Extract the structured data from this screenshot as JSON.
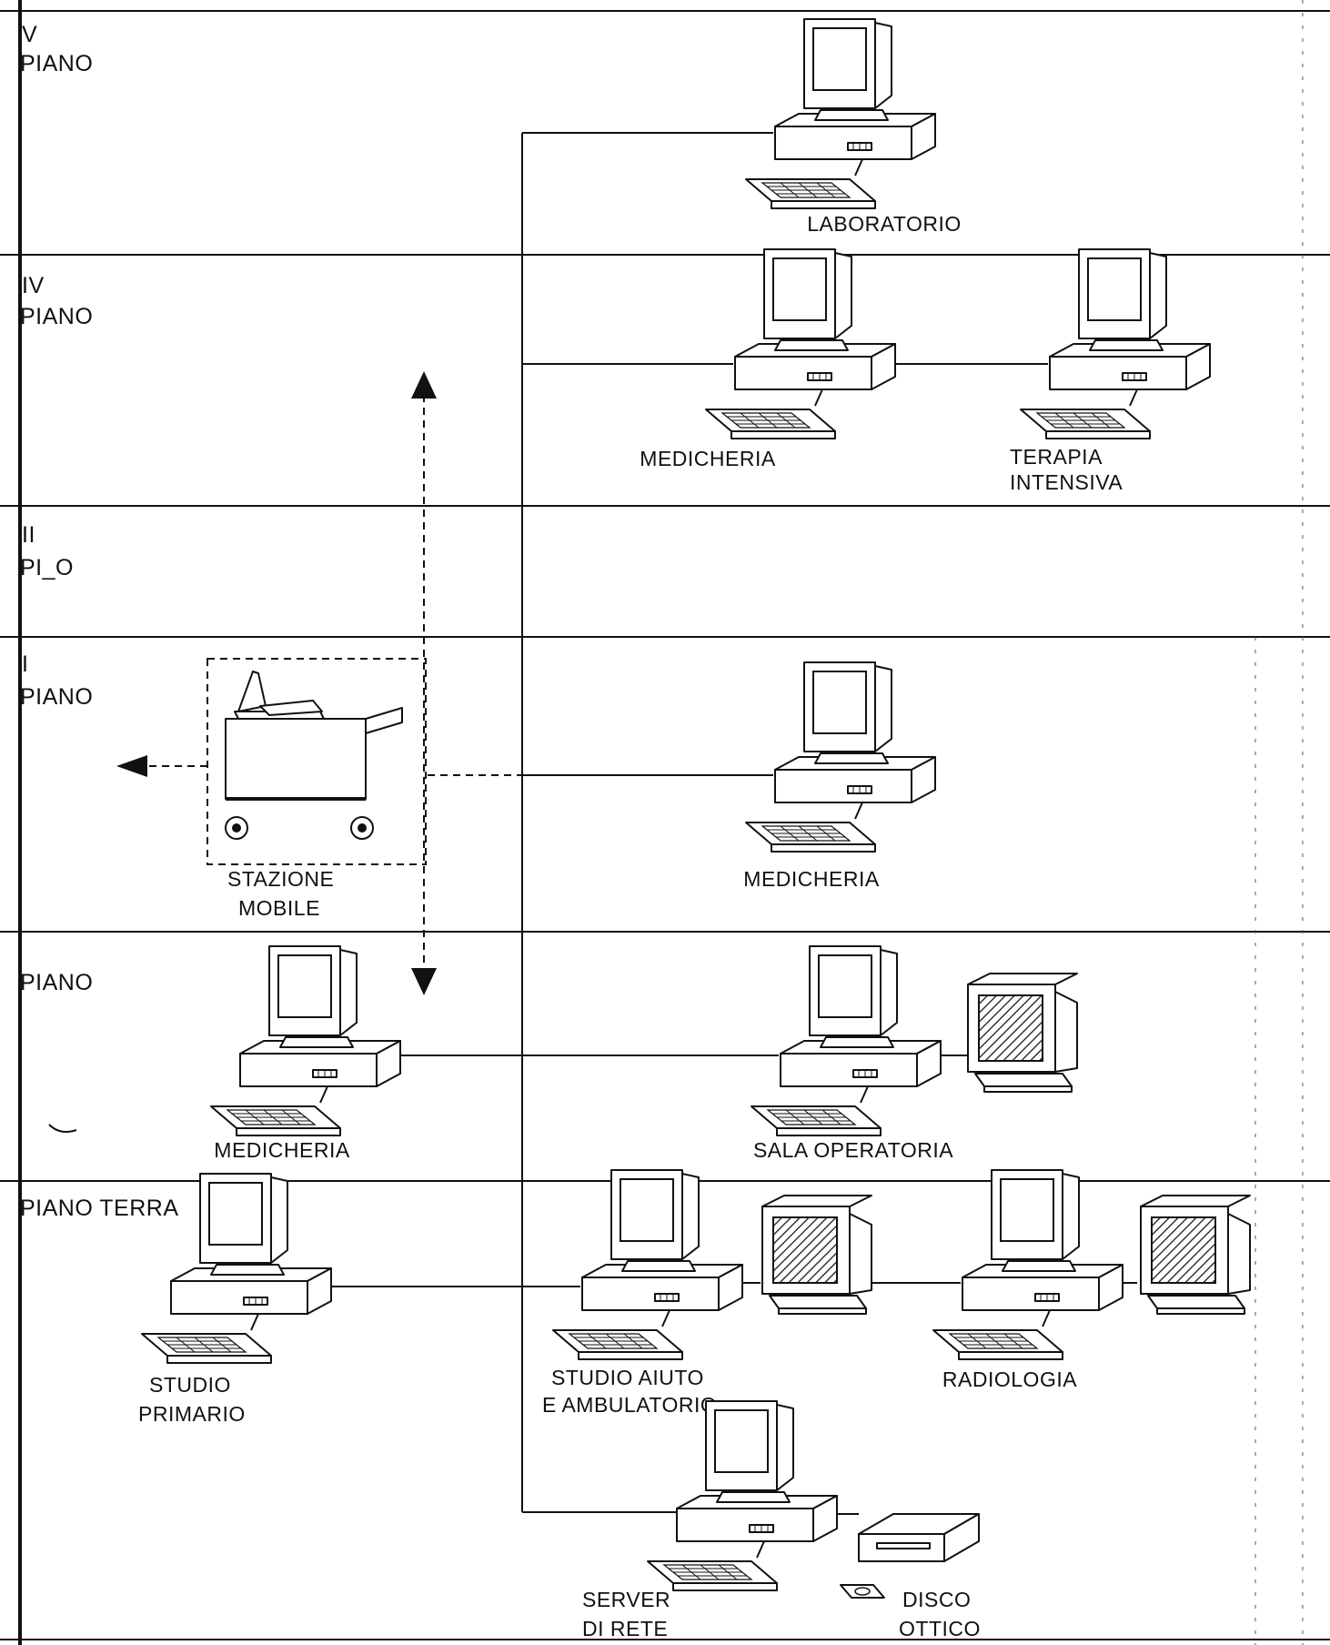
{
  "floors": [
    {
      "numeral": "V",
      "word": "PIANO"
    },
    {
      "numeral": "IV",
      "word": "PIANO"
    },
    {
      "numeral": "II",
      "word": "PI_O"
    },
    {
      "numeral": "I",
      "word": "PIANO"
    },
    {
      "numeral": "",
      "word": "PIANO"
    },
    {
      "numeral": "",
      "word": "PIANO TERRA"
    }
  ],
  "stations": {
    "laboratorio": "LABORATORIO",
    "medicheria_iv": "MEDICHERIA",
    "terapia_1": "TERAPIA",
    "terapia_2": "INTENSIVA",
    "medicheria_i": "MEDICHERIA",
    "stazione_1": "STAZIONE",
    "stazione_2": "MOBILE",
    "medicheria_0": "MEDICHERIA",
    "sala_operatoria": "SALA OPERATORIA",
    "studio_primario_1": "STUDIO",
    "studio_primario_2": "PRIMARIO",
    "studio_aiuto_1": "STUDIO AIUTO",
    "studio_aiuto_2": "E AMBULATORIO",
    "radiologia": "RADIOLOGIA",
    "server_1": "SERVER",
    "server_2": "DI RETE",
    "disco_1": "DISCO",
    "disco_2": "OTTICO"
  }
}
